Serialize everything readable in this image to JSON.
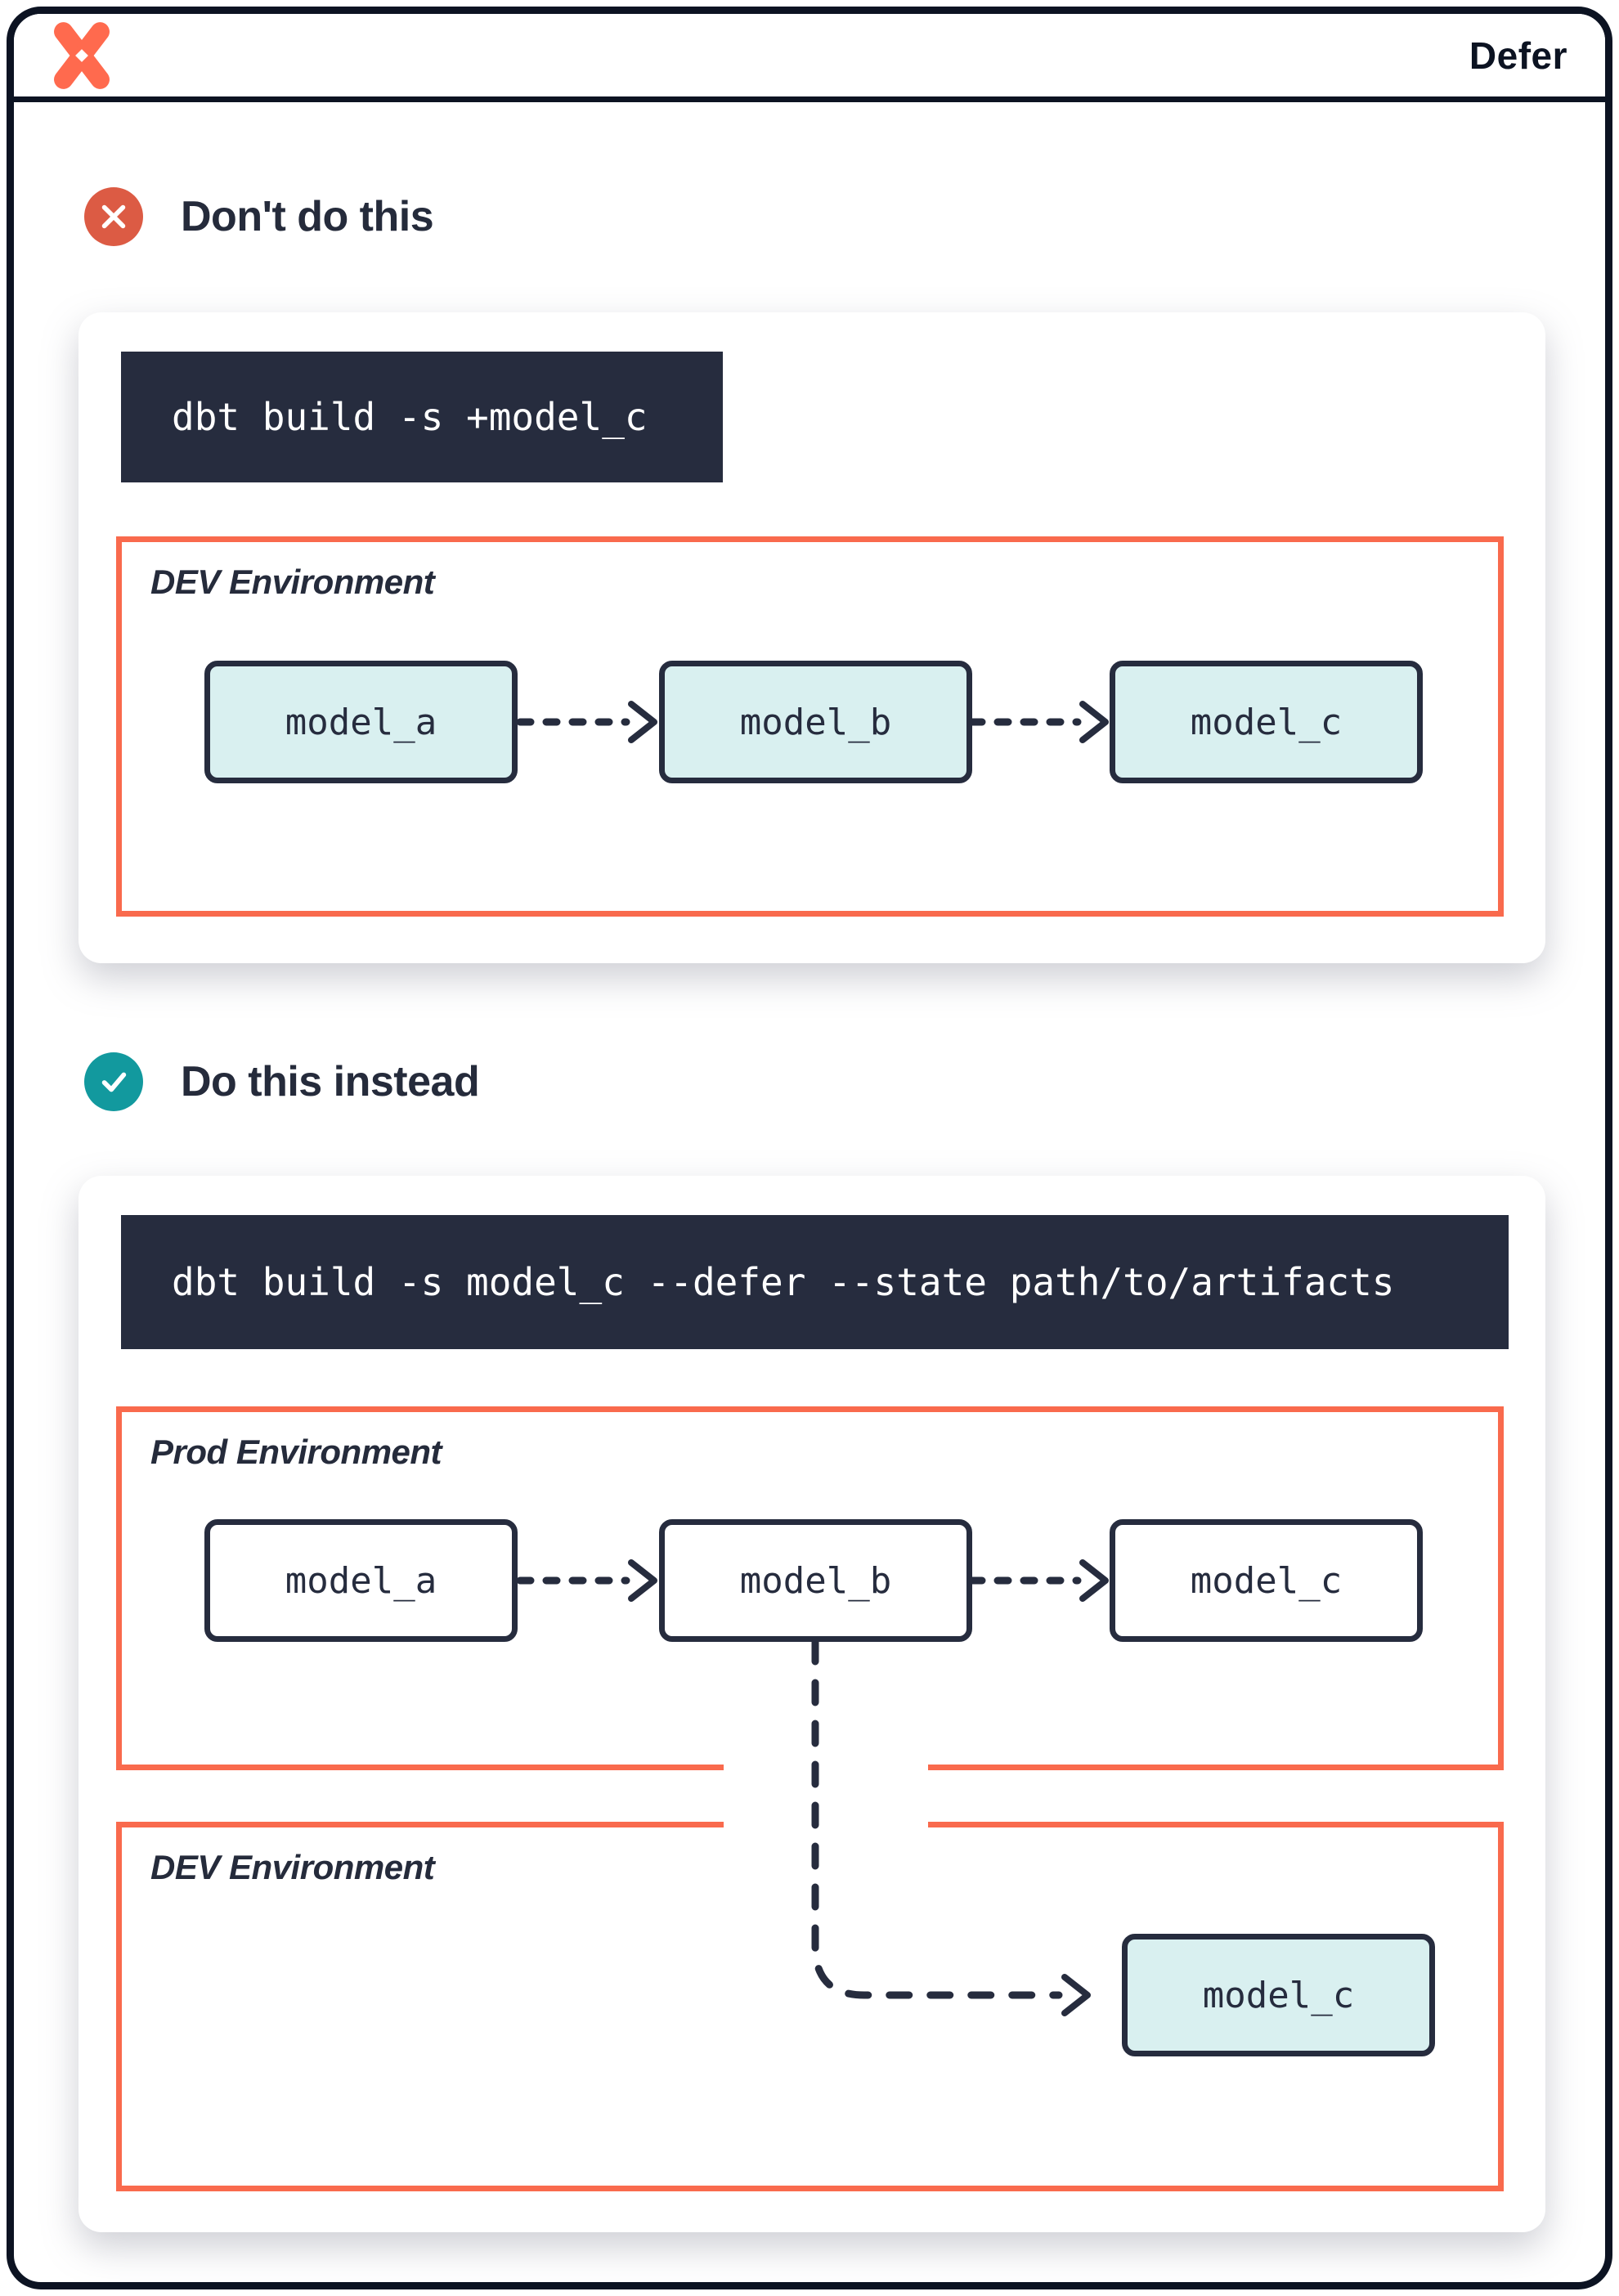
{
  "header": {
    "title": "Defer",
    "logo_icon": "dbt-logo-icon"
  },
  "dont_section": {
    "icon": "x-icon",
    "heading": "Don't do this",
    "command": "dbt build -s +model_c",
    "dev_env": {
      "label": "DEV Environment",
      "models": [
        "model_a",
        "model_b",
        "model_c"
      ]
    }
  },
  "do_section": {
    "icon": "check-icon",
    "heading": "Do this instead",
    "command": "dbt build -s model_c --defer --state path/to/artifacts",
    "prod_env": {
      "label": "Prod Environment",
      "models": [
        "model_a",
        "model_b",
        "model_c"
      ]
    },
    "dev_env": {
      "label": "DEV Environment",
      "models": [
        "model_c"
      ]
    }
  },
  "colors": {
    "frame_border": "#0c1322",
    "accent_orange": "#f96a4d",
    "error_red": "#dc5b44",
    "success_teal": "#12999e",
    "dark_navy": "#262c3e",
    "model_fill_teal": "#d9f0f0",
    "code_text": "#ffffff"
  }
}
